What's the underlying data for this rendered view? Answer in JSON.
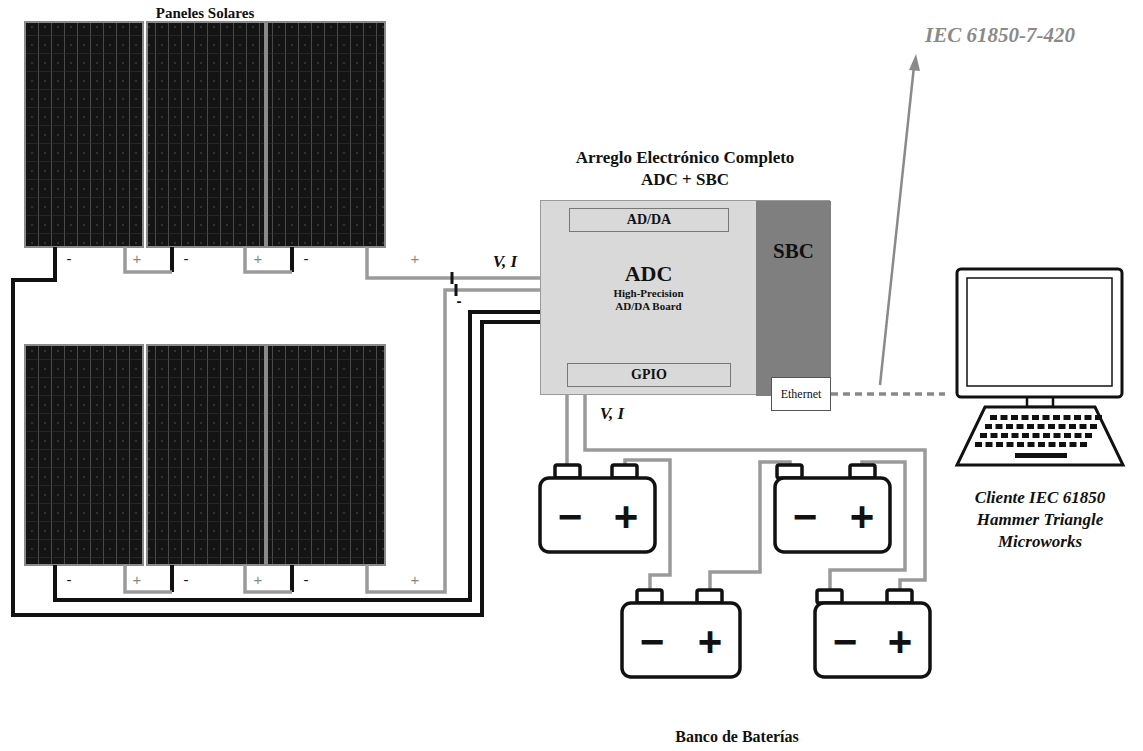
{
  "diagram": {
    "nodes": [
      {
        "text": [
          "Arreglo Electrónico Completo ADC + SBC"
        ]
      },
      {
        "text": [
          "ADC",
          "High-Precision AD/DA Board"
        ],
        "in": 0
      },
      {
        "text": [
          "AD/DA"
        ],
        "in": 0
      },
      {
        "text": [
          "GPIO"
        ],
        "in": 0
      },
      {
        "text": [
          "SBC"
        ],
        "in": 0
      },
      {
        "text": [
          "Ethernet"
        ],
        "in": 4
      },
      {
        "text": [
          "Cliente IEC 61850 Hammer Triangle Microworks"
        ]
      }
    ],
    "edges": [
      {
        "from": 5,
        "to": 6,
        "arrow": "none"
      }
    ],
    "labels": [
      "Paneles Solares",
      "-",
      "+",
      "-",
      "+",
      "-",
      "+",
      "V, I",
      "-",
      "-",
      "+",
      "-",
      "+",
      "-",
      "+",
      "V, I",
      "−",
      "+",
      "−",
      "+",
      "−",
      "+",
      "−",
      "+",
      "Banco de Baterías",
      "IEC 61850-7-420"
    ]
  }
}
